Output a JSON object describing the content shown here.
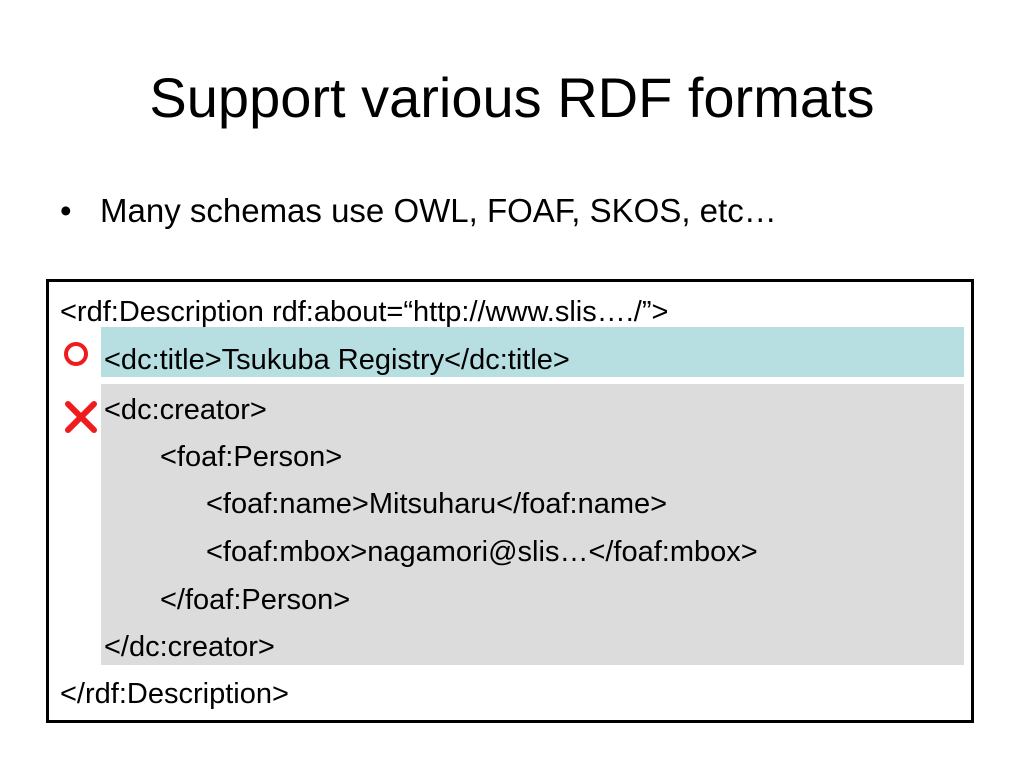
{
  "slide": {
    "title": "Support various RDF formats",
    "bullet_marker": "•",
    "bullet_text": "Many schemas use OWL, FOAF, SKOS, etc…"
  },
  "code": {
    "lines": [
      "<rdf:Description rdf:about=“http://www.slis…./”>",
      "<dc:title>Tsukuba Registry</dc:title>",
      "<dc:creator>",
      "<foaf:Person>",
      "<foaf:name>Mitsuharu</foaf:name>",
      "<foaf:mbox>nagamori@slis…</foaf:mbox>",
      "</foaf:Person>",
      "</dc:creator>",
      "</rdf:Description>"
    ]
  },
  "marks": {
    "good_icon": "circle-mark-icon",
    "bad_icon": "cross-mark-icon",
    "mark_color": "#ee1c1c"
  },
  "colors": {
    "supported_highlight": "#b7dfe2",
    "unsupported_highlight": "#dcdcdc"
  }
}
